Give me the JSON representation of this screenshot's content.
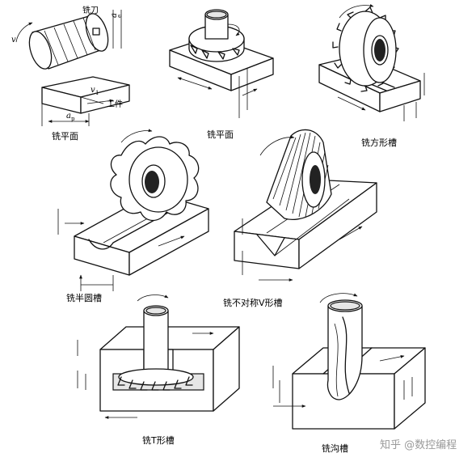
{
  "captions": {
    "flat1": "铣平面",
    "flat2": "铣平面",
    "square_slot": "铣方形槽",
    "round_slot": "铣半圆槽",
    "v_slot": "铣不对称V形槽",
    "t_slot": "铣T形槽",
    "keyway": "铣沟槽"
  },
  "labels": {
    "cutter": "铣刀",
    "workpiece": "工件",
    "v": "v",
    "v1": "v",
    "v1_sub": "1",
    "ae": "a",
    "ae_sub": "e",
    "ap": "a",
    "ap_sub": "p"
  },
  "watermark": "知乎 @数控编程",
  "icons": {
    "helical_cutter": "helical-mill-cutter-icon",
    "face_cutter": "face-mill-cutter-icon",
    "disc_cutter": "disc-mill-cutter-icon",
    "convex_cutter": "convex-mill-cutter-icon",
    "angle_cutter": "angle-mill-cutter-icon",
    "t_cutter": "t-slot-cutter-icon",
    "end_mill": "end-mill-icon"
  }
}
